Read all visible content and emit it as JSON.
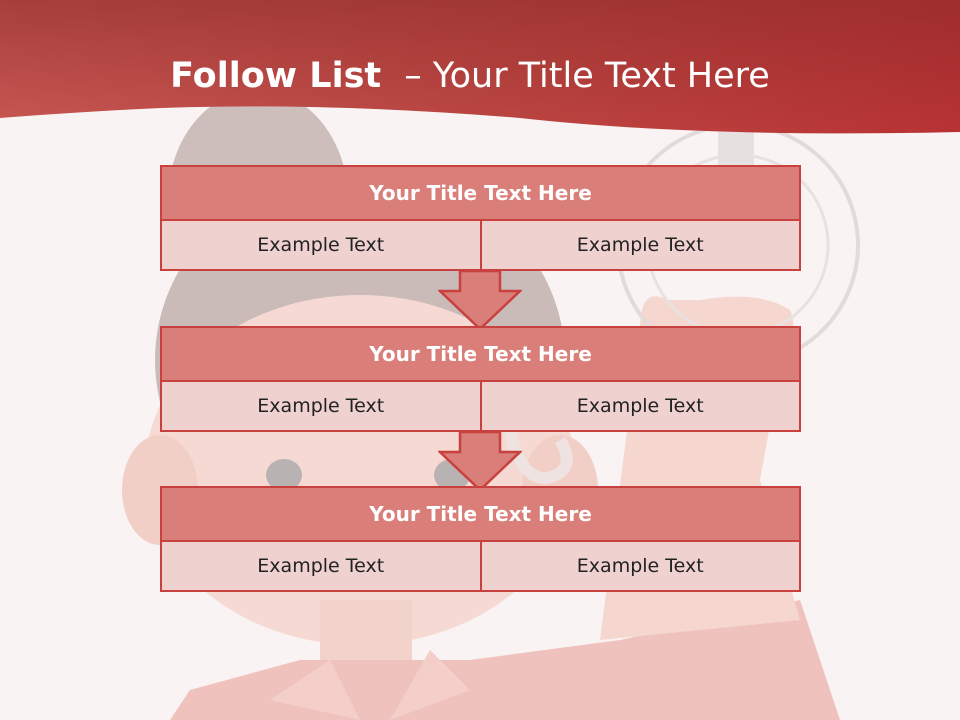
{
  "slide": {
    "title_bold": "Follow List",
    "title_rest": "– Your Title Text Here"
  },
  "blocks": [
    {
      "title": "Your Title Text Here",
      "left": "Example Text",
      "right": "Example Text"
    },
    {
      "title": "Your Title Text Here",
      "left": "Example Text",
      "right": "Example Text"
    },
    {
      "title": "Your Title Text Here",
      "left": "Example Text",
      "right": "Example Text"
    }
  ],
  "colors": {
    "header_red": "#c0393a",
    "block_title_fill": "#d97e79",
    "block_cell_fill": "#efd1d0",
    "border_red": "#c9413f",
    "background": "#f9f3f3"
  }
}
